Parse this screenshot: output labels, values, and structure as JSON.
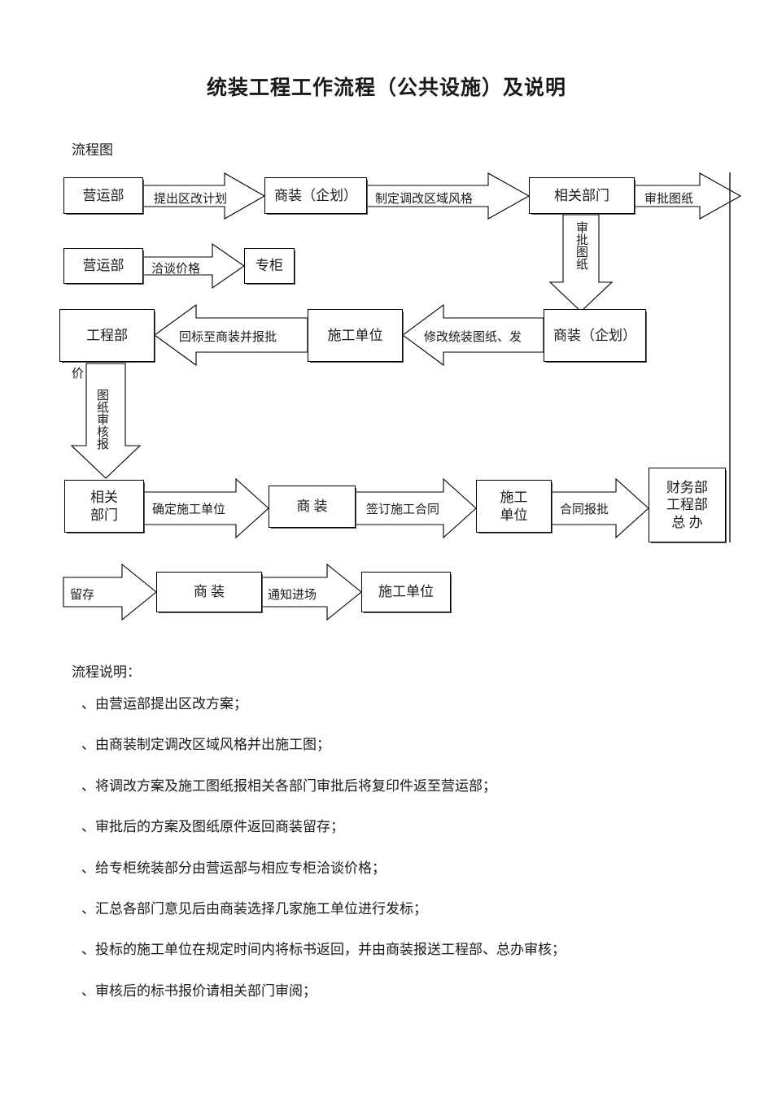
{
  "document": {
    "title": "统装工程工作流程（公共设施）及说明",
    "flow_label": "流程图",
    "desc_label": "流程说明："
  },
  "diagram": {
    "boxes": [
      {
        "id": "operations-dept-1",
        "text": "营运部"
      },
      {
        "id": "merch-planning-1",
        "text": "商装（企划）"
      },
      {
        "id": "related-depts-1",
        "text": "相关部门"
      },
      {
        "id": "operations-dept-2",
        "text": "营运部"
      },
      {
        "id": "counter",
        "text": "专柜"
      },
      {
        "id": "engineering-dept",
        "text": "工程部"
      },
      {
        "id": "construction-unit-1",
        "text": "施工单位"
      },
      {
        "id": "merch-planning-2",
        "text": "商装（企划）"
      },
      {
        "id": "related-depts-2",
        "text": "相关\n部门"
      },
      {
        "id": "merchandising-1",
        "text": "商  装"
      },
      {
        "id": "construction-unit-2",
        "text": "施工\n单位"
      },
      {
        "id": "finance-eng-gm",
        "text": "财务部\n工程部\n总  办"
      },
      {
        "id": "merchandising-2",
        "text": "商  装"
      },
      {
        "id": "construction-unit-3",
        "text": "施工单位"
      }
    ],
    "arrow_labels": [
      {
        "id": "propose-renovation-plan",
        "text": "提出区改计划"
      },
      {
        "id": "define-area-style",
        "text": "制定调改区域风格"
      },
      {
        "id": "approve-drawings-right",
        "text": "审批图纸"
      },
      {
        "id": "negotiate-price",
        "text": "洽谈价格"
      },
      {
        "id": "approve-drawings-vertical",
        "text": "审批图纸"
      },
      {
        "id": "return-bid-to-merch",
        "text": "回标至商装并报批"
      },
      {
        "id": "revise-drawings-issue",
        "text": "修改统装图纸、发"
      },
      {
        "id": "price-fragment",
        "text": "价"
      },
      {
        "id": "drawing-review-report",
        "text": "图纸审核报"
      },
      {
        "id": "confirm-construction-unit",
        "text": "确定施工单位"
      },
      {
        "id": "sign-construction-contract",
        "text": "签订施工合同"
      },
      {
        "id": "contract-approval",
        "text": "合同报批"
      },
      {
        "id": "keep-on-file",
        "text": "留存"
      },
      {
        "id": "notify-entry",
        "text": "通知进场"
      }
    ]
  },
  "description": {
    "items": [
      "、由营运部提出区改方案；",
      "、由商装制定调改区域风格并出施工图；",
      "、将调改方案及施工图纸报相关各部门审批后将复印件返至营运部；",
      "、审批后的方案及图纸原件返回商装留存；",
      "、给专柜统装部分由营运部与相应专柜洽谈价格；",
      "、汇总各部门意见后由商装选择几家施工单位进行发标；",
      "、投标的施工单位在规定时间内将标书返回，并由商装报送工程部、总办审核；",
      "、审核后的标书报价请相关部门审阅；"
    ]
  },
  "colors": {
    "ink": "#1a1a1a",
    "line": "#000000",
    "page": "#ffffff",
    "shadow": "#555555"
  }
}
